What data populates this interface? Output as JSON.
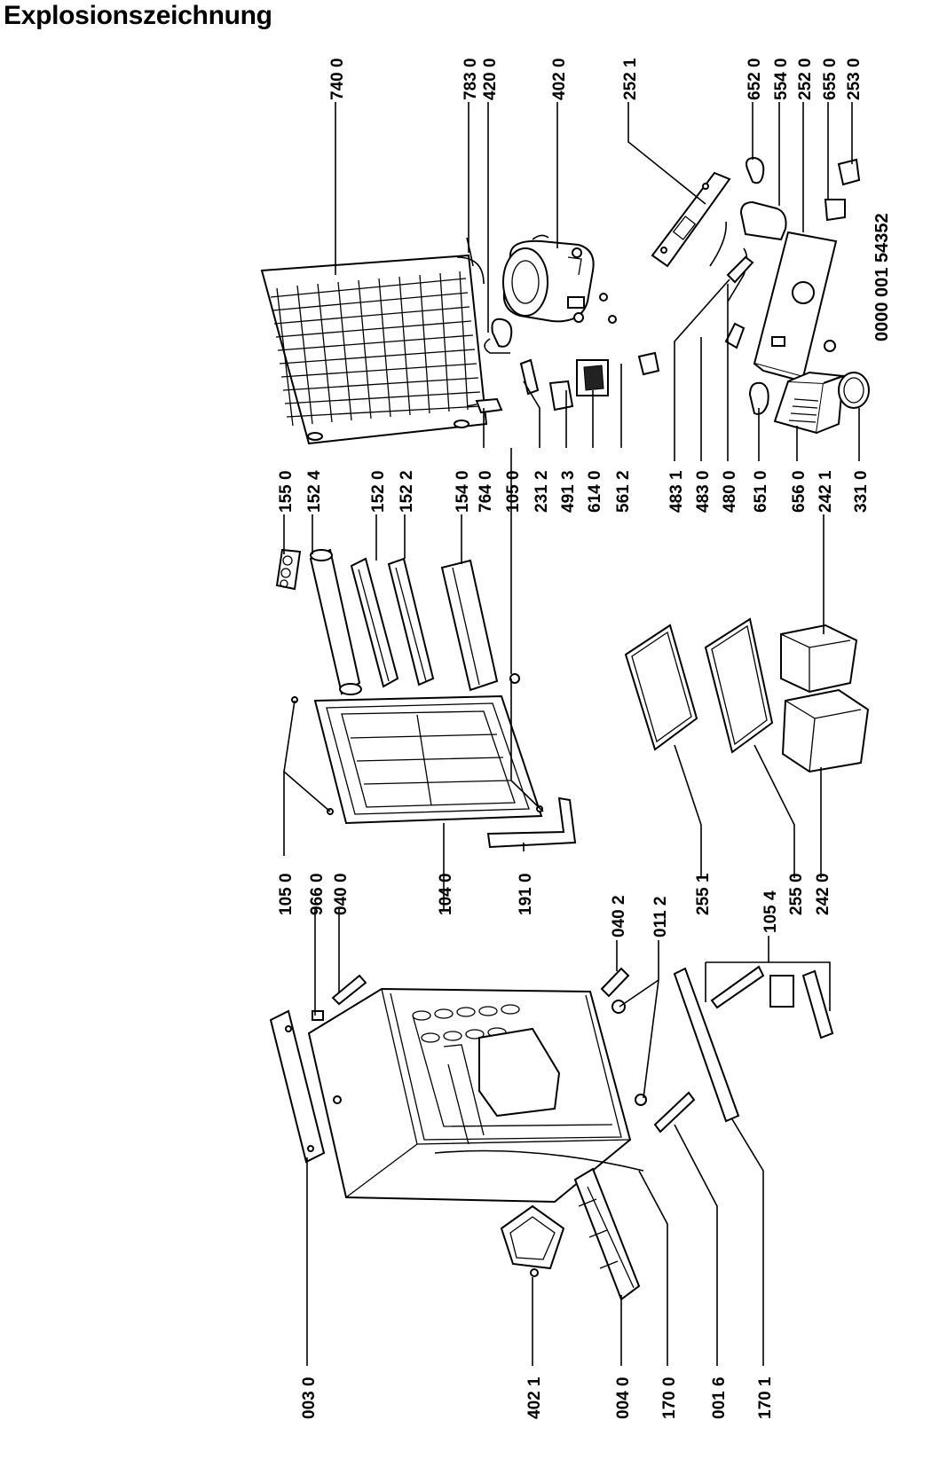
{
  "title": "Explosionszeichnung",
  "drawing_number": "0000 001 54352",
  "part_labels": [
    "740 0",
    "783 0",
    "420 0",
    "402 0",
    "252 1",
    "652 0",
    "554 0",
    "252 0",
    "655 0",
    "253 0",
    "155 0",
    "152 4",
    "152 0",
    "152 2",
    "154 0",
    "764 0",
    "105 0",
    "231 2",
    "491 3",
    "614 0",
    "561 2",
    "483 1",
    "483 0",
    "480 0",
    "651 0",
    "656 0",
    "242 1",
    "331 0",
    "105 0",
    "966 0",
    "040 0",
    "104 0",
    "191 0",
    "040 2",
    "011 2",
    "255 1",
    "105 4",
    "255 0",
    "242 0",
    "003 0",
    "402 1",
    "004 0",
    "170 0",
    "001 6",
    "170 1"
  ]
}
